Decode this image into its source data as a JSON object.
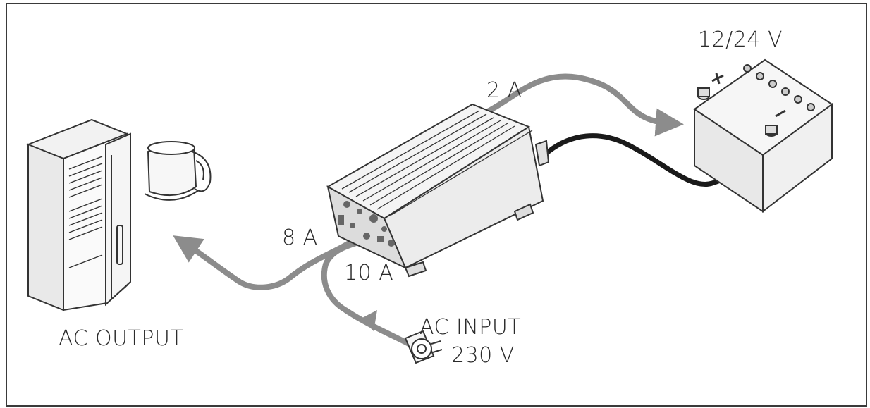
{
  "labels": {
    "battery_voltage": "12/24 V",
    "dc_current": "2 A",
    "ac_output_current": "8 A",
    "ac_input_current": "10 A",
    "ac_input": "AC INPUT",
    "ac_input_voltage": "230 V",
    "ac_output": "AC OUTPUT"
  },
  "colors": {
    "cable_gray": "#8c8c8c",
    "cable_black": "#1a1a1a",
    "outline": "#333333"
  }
}
